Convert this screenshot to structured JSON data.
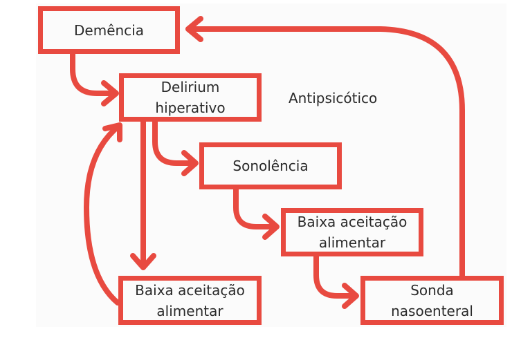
{
  "colors": {
    "accent": "#e84a40",
    "text": "#2a2a2a"
  },
  "nodes": {
    "dementia": "Demência",
    "delirium_line1": "Delirium",
    "delirium_line2": "hiperativo",
    "somnolence": "Sonolência",
    "low_intake_mid_line1": "Baixa aceitação",
    "low_intake_mid_line2": "alimentar",
    "low_intake_left_line1": "Baixa aceitação",
    "low_intake_left_line2": "alimentar",
    "tube_line1": "Sonda",
    "tube_line2": "nasoenteral"
  },
  "annotation": "Antipsicótico"
}
